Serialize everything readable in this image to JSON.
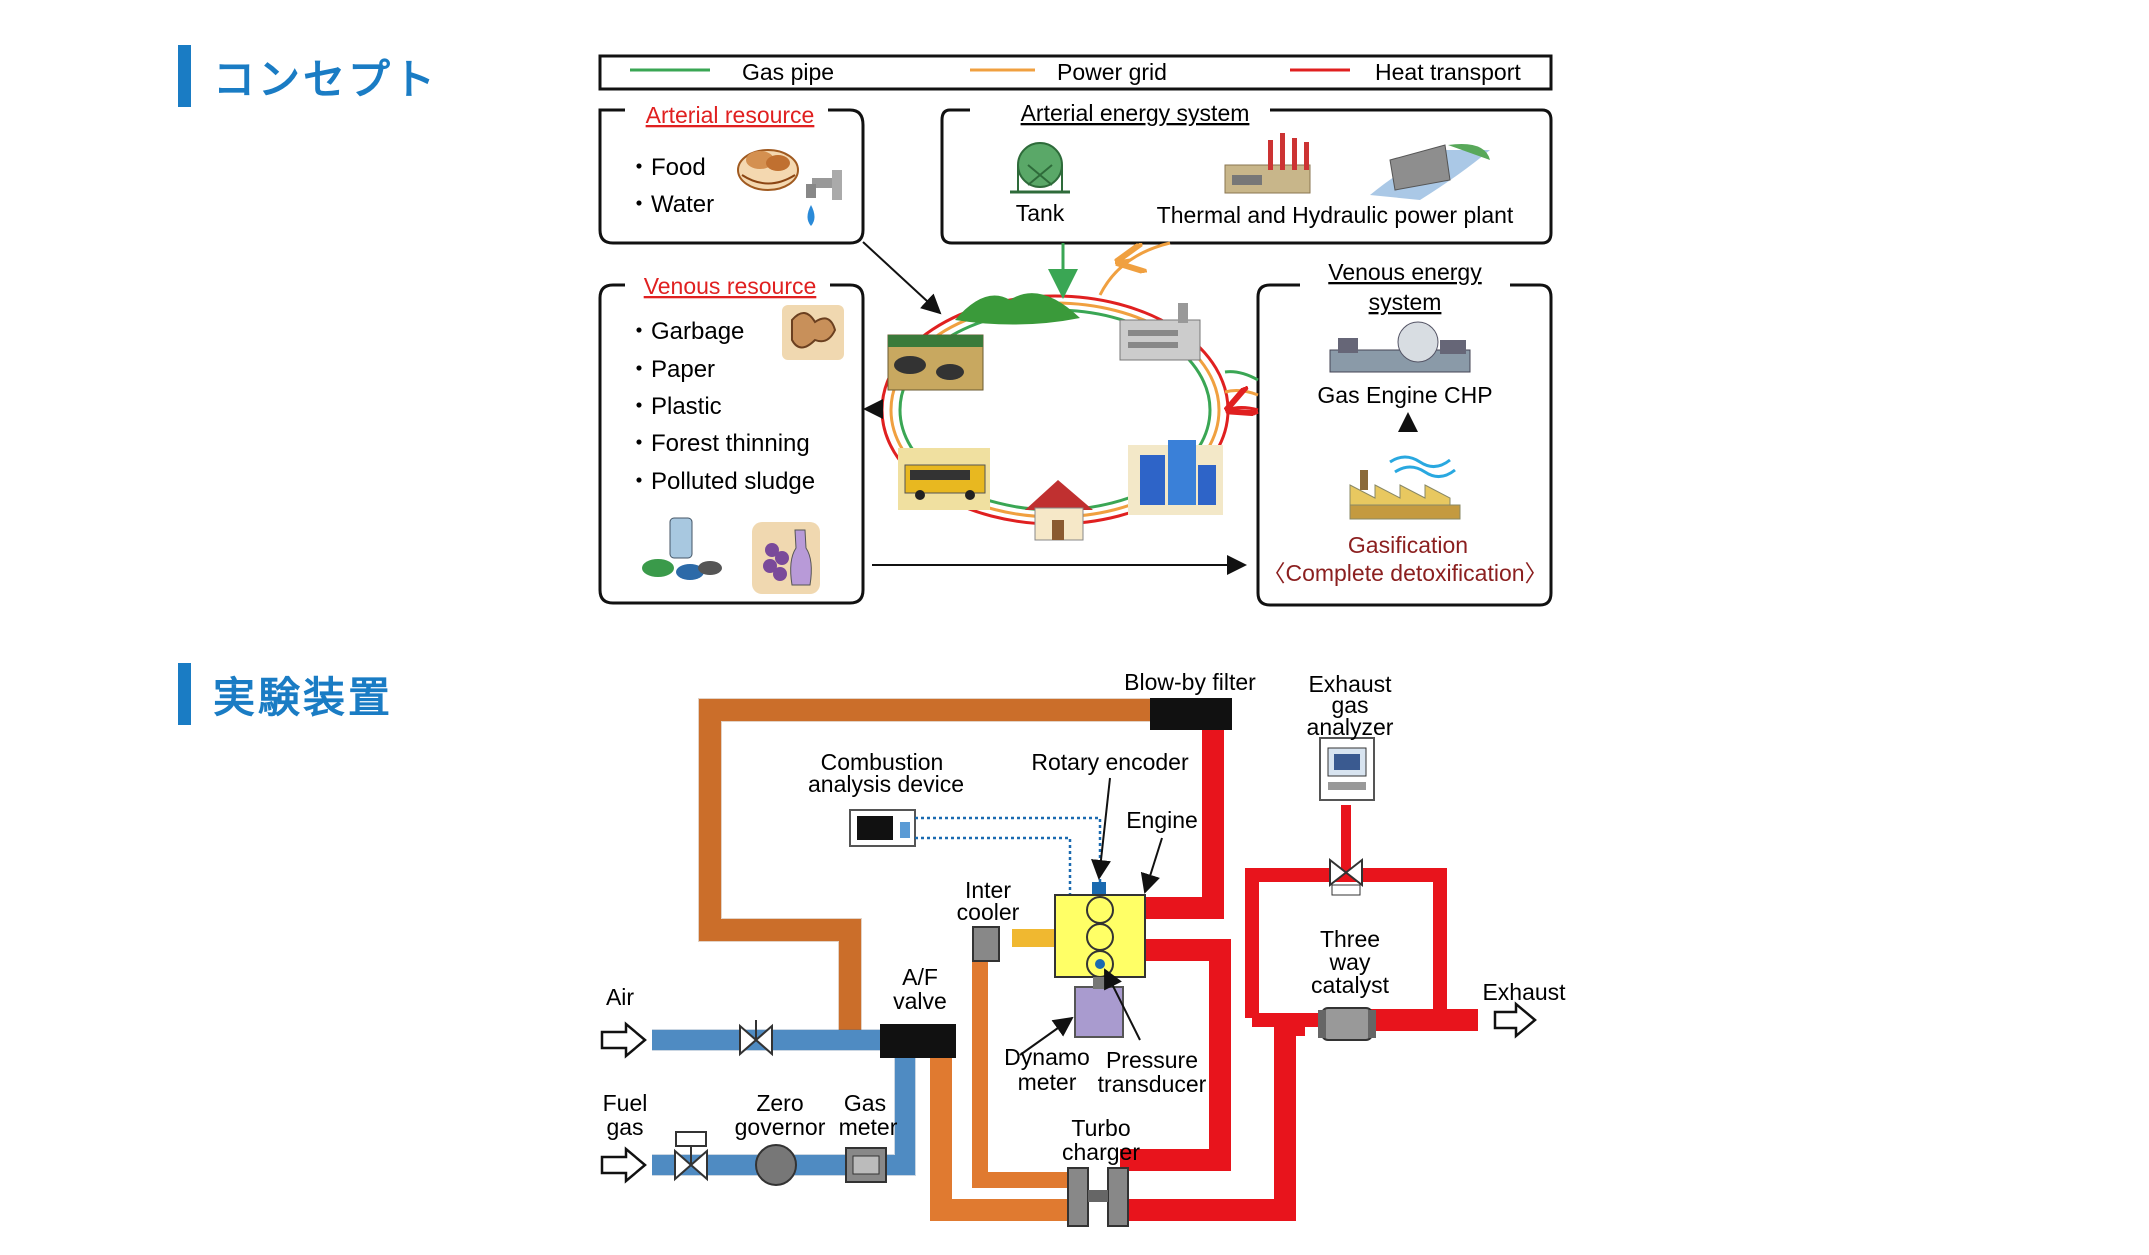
{
  "sections": {
    "concept_title": "コンセプト",
    "apparatus_title": "実験装置"
  },
  "legend": {
    "gas_pipe": "Gas pipe",
    "power_grid": "Power grid",
    "heat_transport": "Heat transport"
  },
  "arterial_resource": {
    "title": "Arterial resource",
    "items": [
      "・Food",
      "・Water"
    ]
  },
  "arterial_energy": {
    "title": "Arterial energy system",
    "tank": "Tank",
    "plant": "Thermal and Hydraulic power plant"
  },
  "venous_resource": {
    "title": "Venous resource",
    "items": [
      "・Garbage",
      "・Paper",
      "・Plastic",
      "・Forest thinning",
      "・Polluted sludge"
    ]
  },
  "venous_energy": {
    "title_line1": "Venous energy",
    "title_line2": "system",
    "chp": "Gas Engine CHP",
    "gasification": "Gasification",
    "detox": "〈Complete detoxification〉"
  },
  "apparatus": {
    "blowby_filter": "Blow-by filter",
    "exhaust_analyzer": [
      "Exhaust",
      "gas",
      "analyzer"
    ],
    "combustion_device": [
      "Combustion",
      "analysis device"
    ],
    "rotary_encoder": "Rotary encoder",
    "engine": "Engine",
    "inter_cooler": [
      "Inter",
      "cooler"
    ],
    "air": "Air",
    "af_valve": [
      "A/F",
      "valve"
    ],
    "three_way": [
      "Three",
      "way",
      "catalyst"
    ],
    "exhaust": "Exhaust",
    "dynamo": [
      "Dynamo",
      "meter"
    ],
    "pressure": [
      "Pressure",
      "transducer"
    ],
    "fuel_gas": [
      "Fuel",
      "gas"
    ],
    "zero_governor": [
      "Zero",
      "governor"
    ],
    "gas_meter": [
      "Gas",
      "meter"
    ],
    "turbo": [
      "Turbo",
      "charger"
    ]
  },
  "colors": {
    "accent": "#1a7cc4",
    "gas_line": "#3aa654",
    "power_line": "#f0a040",
    "heat_line": "#e02020",
    "orange_pipe": "#e07a30",
    "blue_pipe": "#5b9bd5",
    "red_pipe": "#e8141c",
    "engine": "#ffff66",
    "intercooler_pipe": "#f0b830",
    "dynamo": "#a99bcf",
    "resource_red": "#e02020",
    "gasification_text": "#8b1f1f"
  }
}
